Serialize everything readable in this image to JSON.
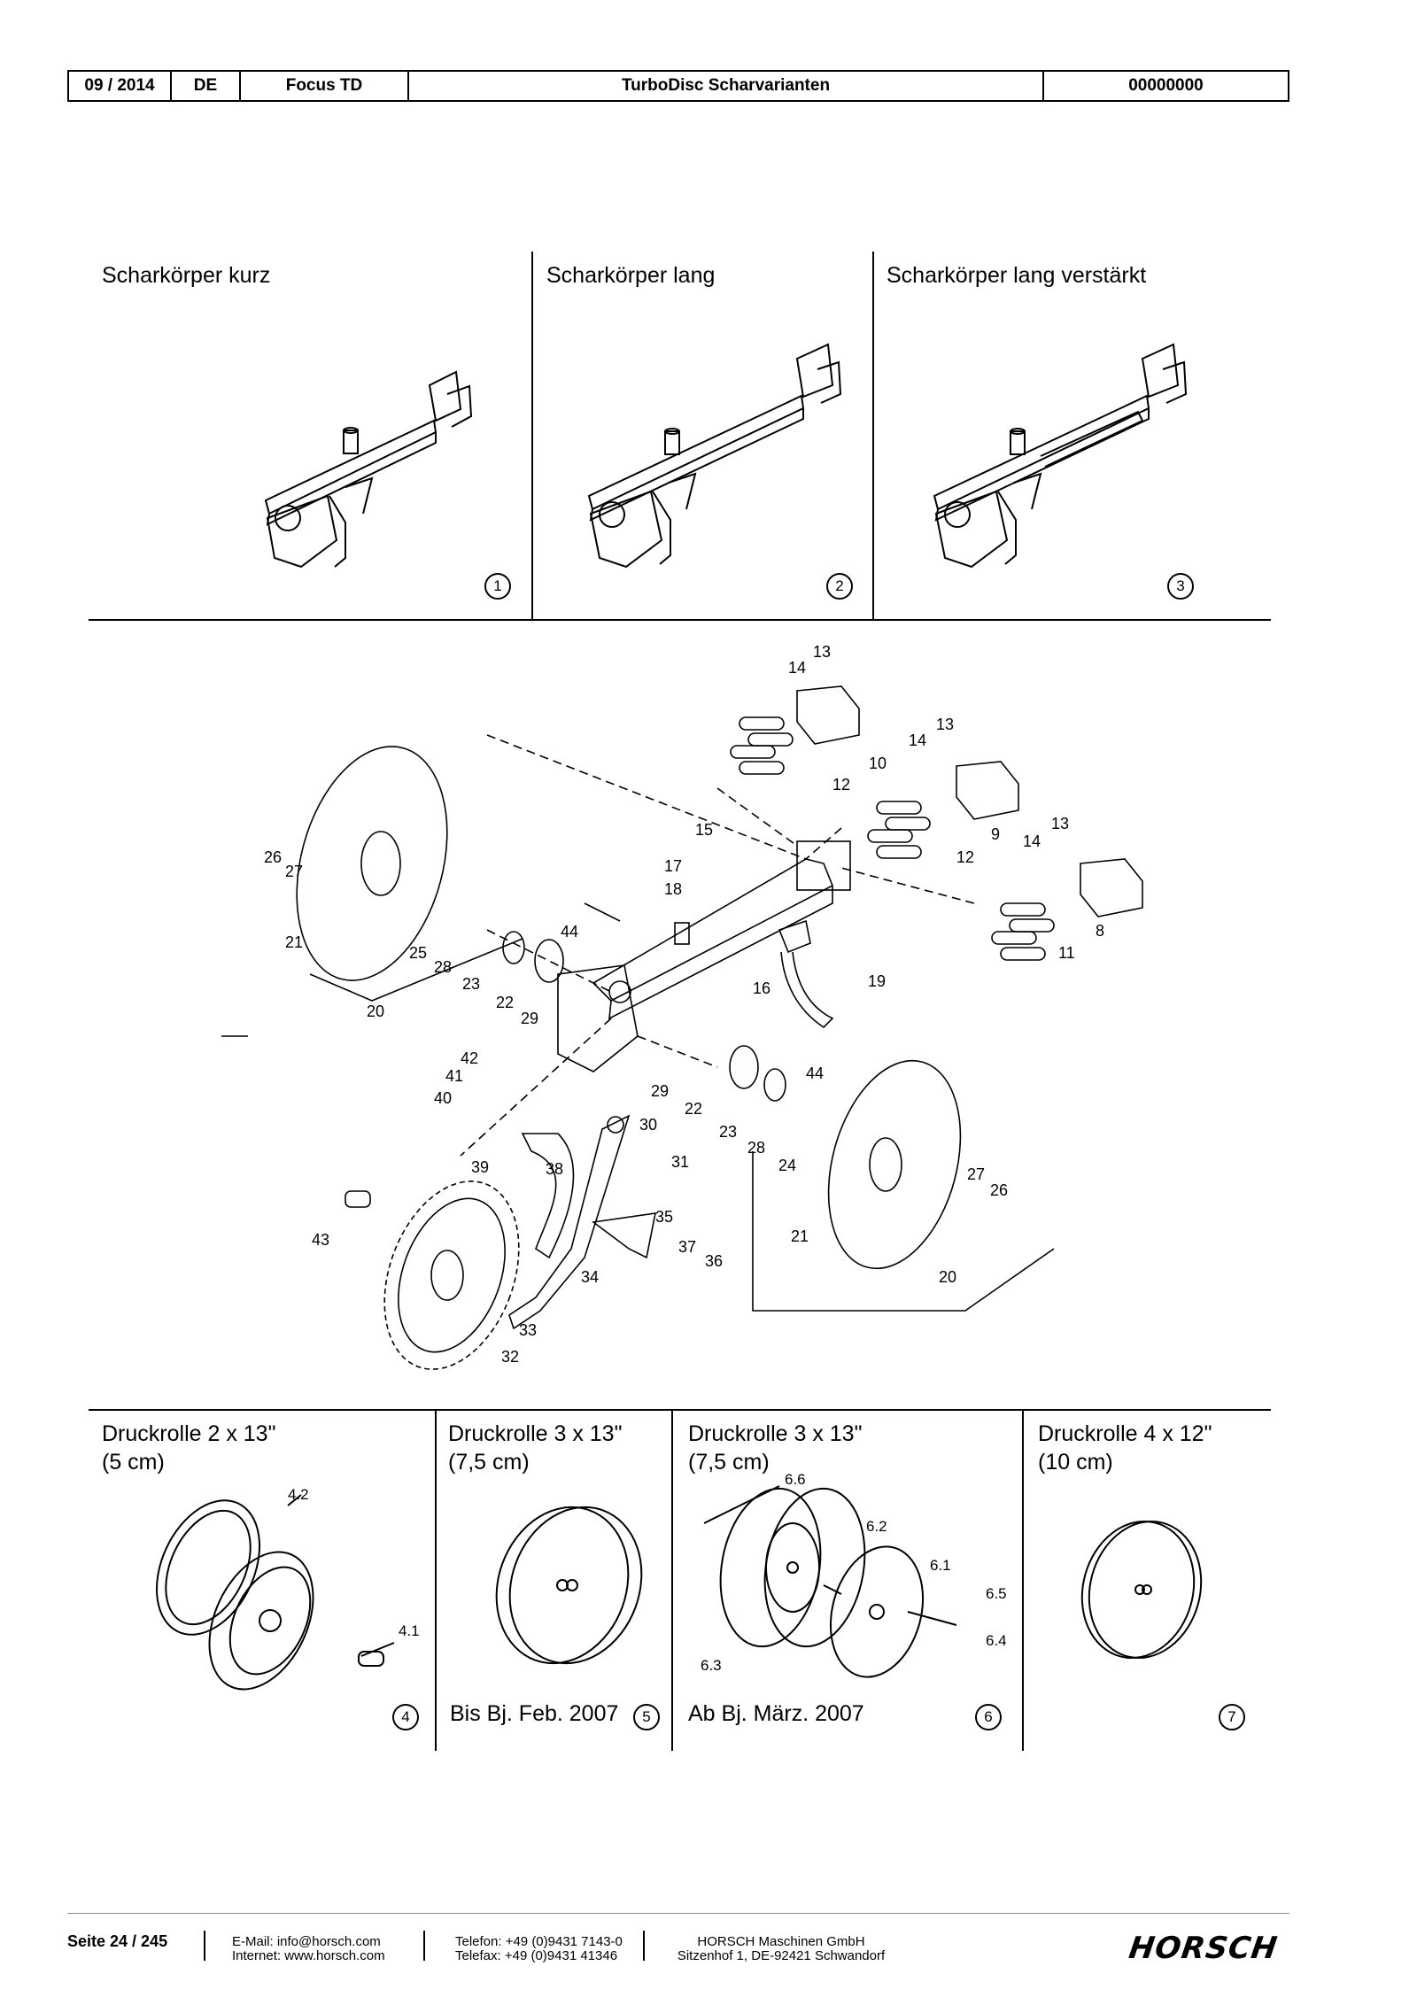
{
  "header": {
    "date": "09 / 2014",
    "lang": "DE",
    "model": "Focus TD",
    "title": "TurboDisc Scharvarianten",
    "number": "00000000"
  },
  "variants": [
    {
      "caption": "Scharkörper kurz",
      "num": "1"
    },
    {
      "caption": "Scharkörper lang",
      "num": "2"
    },
    {
      "caption": "Scharkörper lang verstärkt",
      "num": "3"
    }
  ],
  "explosion_labels": [
    "13",
    "14",
    "10",
    "12",
    "13",
    "14",
    "9",
    "12",
    "13",
    "14",
    "8",
    "11",
    "15",
    "17",
    "18",
    "16",
    "19",
    "26",
    "27",
    "21",
    "25",
    "28",
    "44",
    "23",
    "22",
    "29",
    "20",
    "42",
    "41",
    "40",
    "29",
    "44",
    "22",
    "30",
    "23",
    "28",
    "31",
    "24",
    "27",
    "26",
    "39",
    "38",
    "35",
    "21",
    "43",
    "37",
    "36",
    "34",
    "20",
    "33",
    "32"
  ],
  "rollers": [
    {
      "title": "Druckrolle 2 x 13\"",
      "size": "(5 cm)",
      "note": "",
      "num": "4",
      "parts": [
        "4.2",
        "4.1"
      ]
    },
    {
      "title": "Druckrolle 3 x 13\"",
      "size": "(7,5 cm)",
      "note": "Bis Bj. Feb. 2007",
      "num": "5",
      "parts": []
    },
    {
      "title": "Druckrolle 3 x 13\"",
      "size": "(7,5 cm)",
      "note": "Ab Bj. März. 2007",
      "num": "6",
      "parts": [
        "6.6",
        "6.2",
        "6.1",
        "6.5",
        "6.4",
        "6.3"
      ]
    },
    {
      "title": "Druckrolle 4 x 12\"",
      "size": "(10 cm)",
      "note": "",
      "num": "7",
      "parts": []
    }
  ],
  "footer": {
    "page": "Seite 24 / 245",
    "email": "E-Mail: info@horsch.com",
    "internet": "Internet: www.horsch.com",
    "phone": "Telefon: +49 (0)9431 7143-0",
    "fax": "Telefax: +49 (0)9431 41346",
    "company": "HORSCH Maschinen GmbH",
    "address": "Sitzenhof 1, DE-92421 Schwandorf",
    "logo": "HORSCH"
  }
}
